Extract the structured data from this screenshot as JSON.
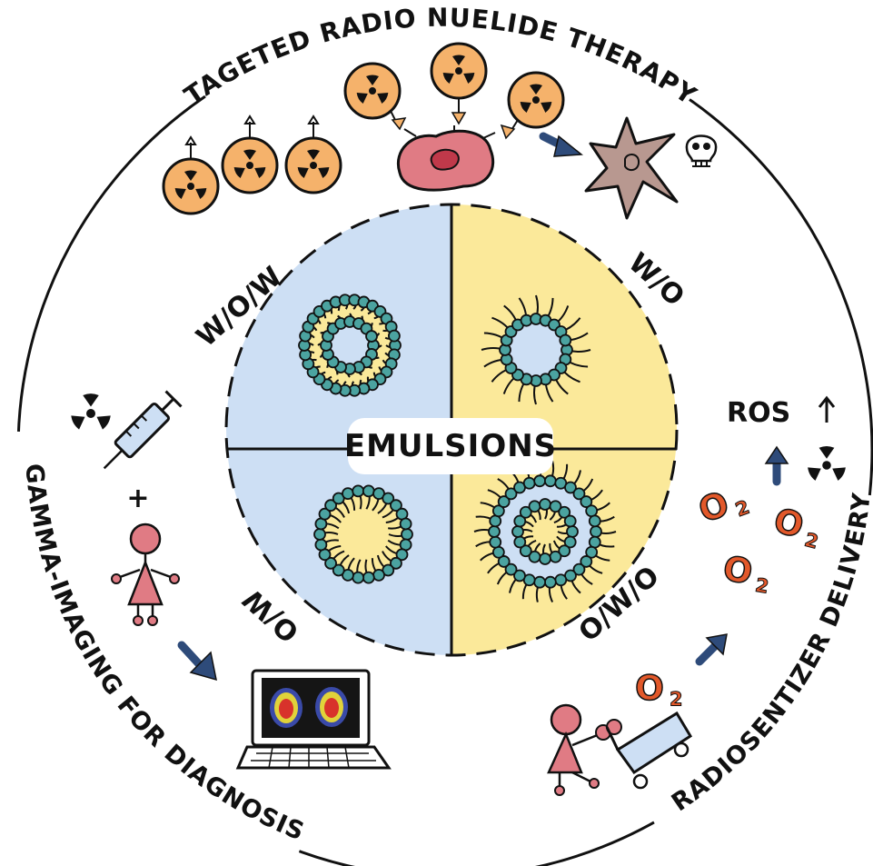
{
  "center_label": "EMULSIONS",
  "quadrants": {
    "top_left": "W/O/W",
    "top_right": "W/O",
    "bottom_left": "O/W",
    "bottom_right": "O/W/O"
  },
  "outer_labels": {
    "top": "TAGETED RADIO NUELIDE THERAPY",
    "left": "GAMMA-IMAGING FOR DIAGNOSIS",
    "right": "RADIOSENTIZER DELIVERY"
  },
  "annotations": {
    "ros": "ROS",
    "plus": "+",
    "o2_main": "O",
    "o2_sub": "2"
  },
  "colors": {
    "water_phase": "#cddff4",
    "oil_phase": "#fbe99a",
    "head_group": "#4ba3a0",
    "radio_orange": "#f5b26b",
    "cell_pink": "#e07b84",
    "arrow_blue": "#2e4b7a",
    "o2_orange": "#e2582a",
    "figure_pink": "#e07b84"
  }
}
